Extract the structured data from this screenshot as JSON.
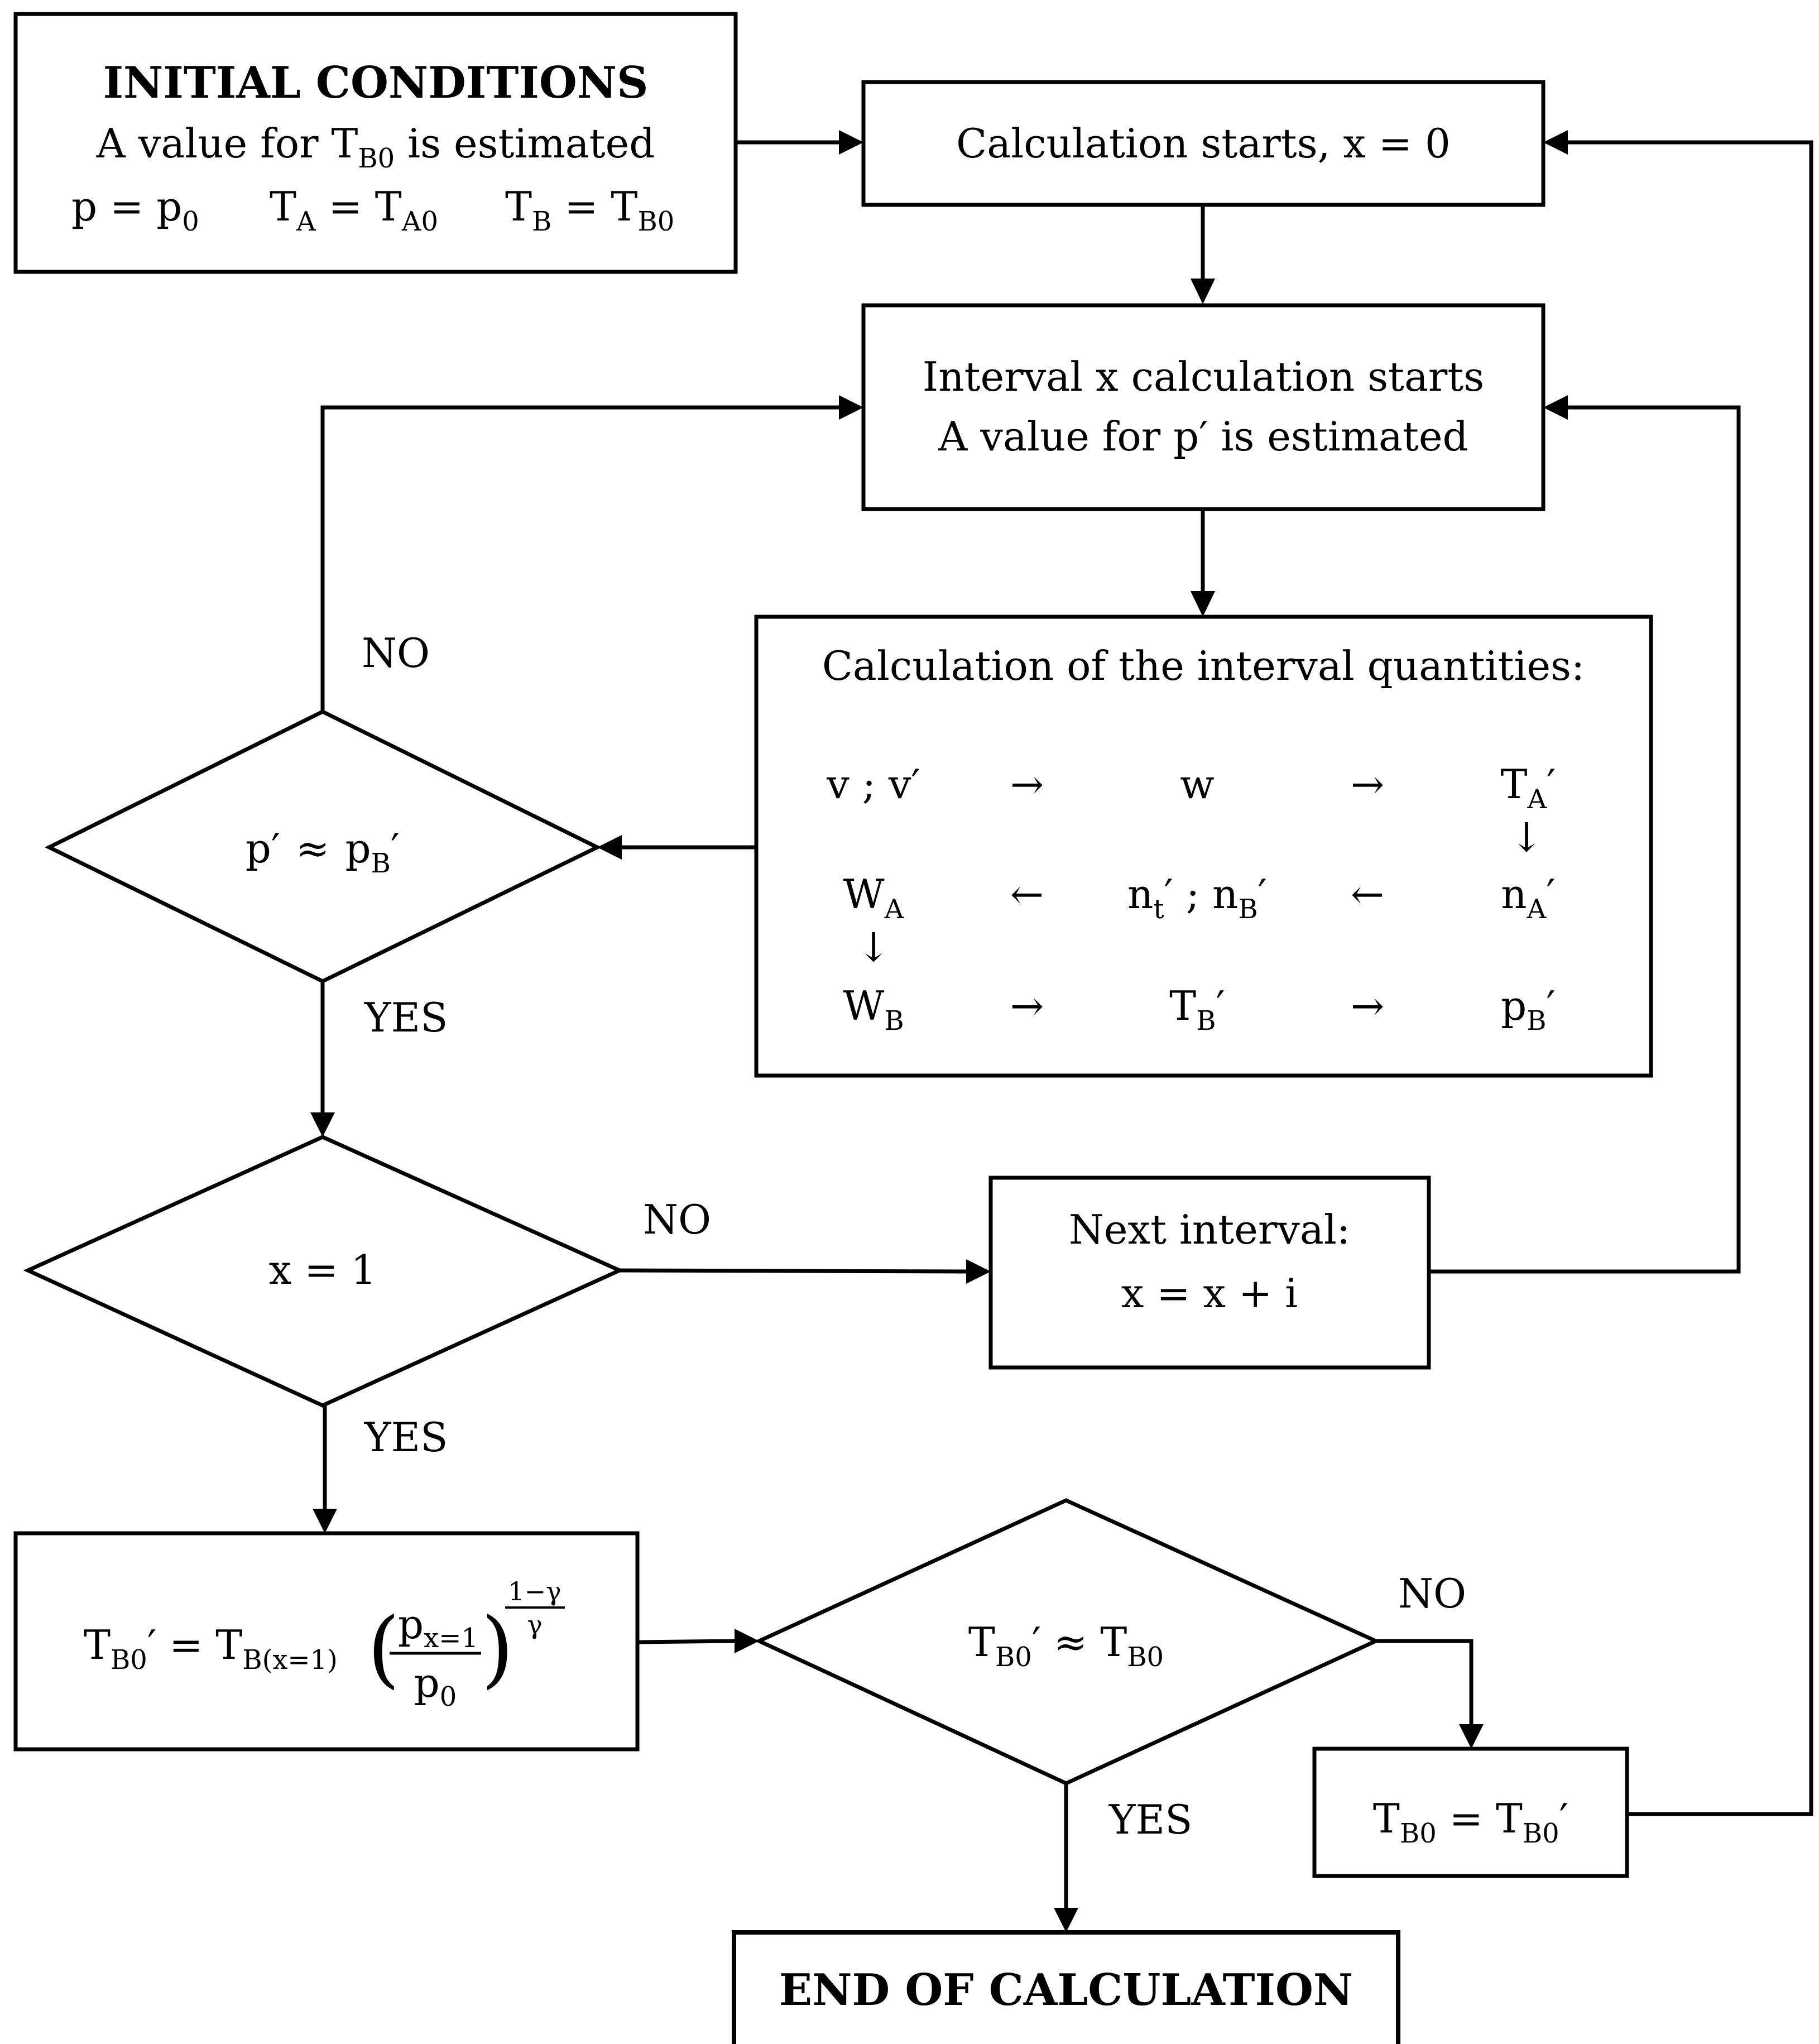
{
  "initial": {
    "title": "INITIAL CONDITIONS",
    "line2_pre": "A value for T",
    "line2_sub": "B0",
    "line2_post": " is estimated",
    "eq1": "p = p",
    "eq1_sub": "0",
    "eq2_T": "T",
    "eq2_sub1": "A",
    "eq2_mid": " = T",
    "eq2_sub2": "A0",
    "eq3_T": "T",
    "eq3_sub1": "B",
    "eq3_mid": " = T",
    "eq3_sub2": "B0"
  },
  "calc_start": {
    "text": "Calculation starts, x = 0"
  },
  "interval_start": {
    "line1": "Interval x calculation starts",
    "line2": "A value for p′ is estimated"
  },
  "quantities": {
    "title": "Calculation of the interval quantities:",
    "r1c1": "v ; v′",
    "arrow_right": "→",
    "arrow_left": "←",
    "arrow_down": "↓",
    "r1c2": "w",
    "r1c3_base": "T",
    "r1c3_sub": "A",
    "prime": "′",
    "r2c1_base": "W",
    "r2c1_sub": "A",
    "r2c2_a": "n",
    "r2c2_a_sub": "t",
    "r2c2_sep": "′ ; n",
    "r2c2_b_sub": "B",
    "r2c3_base": "n",
    "r2c3_sub": "A",
    "r3c1_base": "W",
    "r3c1_sub": "B",
    "r3c2_base": "T",
    "r3c2_sub": "B",
    "r3c3_base": "p",
    "r3c3_sub": "B"
  },
  "decision_p": {
    "lhs": "p′",
    "approx": "≈",
    "rhs_base": "p",
    "rhs_sub": "B",
    "rhs_prime": "′"
  },
  "decision_x": {
    "text": "x = 1"
  },
  "next_interval": {
    "line1": "Next interval:",
    "line2": "x = x + i"
  },
  "formula": {
    "lhs_T": "T",
    "lhs_sub": "B0",
    "lhs_post": "′ = T",
    "rhs_sub": "B(x=1)",
    "num_base": "p",
    "num_sub": "x=1",
    "den_base": "p",
    "den_sub": "0",
    "exp_num": "1−γ",
    "exp_den": "γ",
    "paren_open": "(",
    "paren_close": ")"
  },
  "decision_tb0": {
    "lhs_T": "T",
    "lhs_sub": "B0",
    "mid": "′ ≈  T",
    "rhs_sub": "B0"
  },
  "update_tb0": {
    "lhs_T": "T",
    "lhs_sub": "B0",
    "mid": " = T",
    "rhs_sub": "B0",
    "post": "′"
  },
  "end": {
    "text": "END OF CALCULATION"
  },
  "labels": {
    "no1": "NO",
    "yes1": "YES",
    "no2": "NO",
    "yes2": "YES",
    "no3": "NO",
    "yes3": "YES"
  }
}
